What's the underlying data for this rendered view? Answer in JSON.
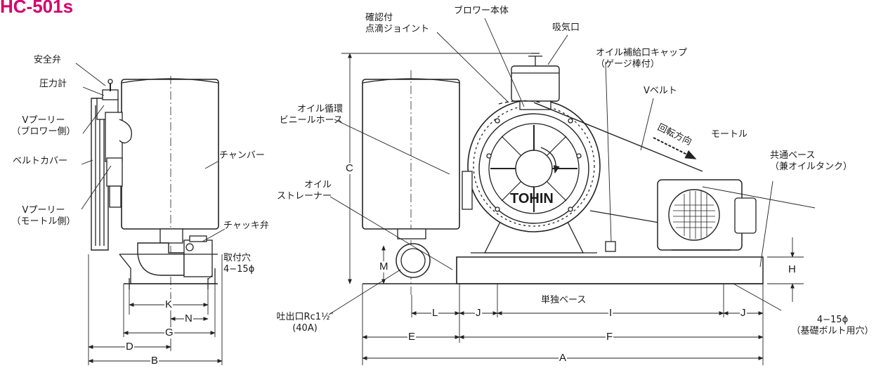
{
  "title": "HC-501s",
  "labels": {
    "safety_valve": "安全弁",
    "pressure_gauge": "圧力計",
    "v_pulley_blower_1": "Vプーリー",
    "v_pulley_blower_2": "（ブロワー側）",
    "belt_cover": "ベルトカバー",
    "v_pulley_motor_1": "Vプーリー",
    "v_pulley_motor_2": "（モートル側）",
    "chamber": "チャンバー",
    "check_valve": "チャッキ弁",
    "mount_hole_1": "取付穴",
    "mount_hole_2": "4−15ϕ",
    "drip_joint_1": "確認付",
    "drip_joint_2": "点滴ジョイント",
    "blower_body": "ブロワー本体",
    "intake": "吸気口",
    "oil_cap_1": "オイル補給口キャップ",
    "oil_cap_2": "（ゲージ棒付）",
    "v_belt": "Vベルト",
    "oil_hose_1": "オイル循環",
    "oil_hose_2": "ビニールホース",
    "rotation_dir": "回転方向",
    "motor": "モートル",
    "common_base_1": "共通ベース",
    "common_base_2": "（兼オイルタンク）",
    "oil_strainer_1": "オイル",
    "oil_strainer_2": "ストレーナー",
    "brand": "TOHIN",
    "single_base": "単独ベース",
    "outlet_1": "吐出口Rc1½″",
    "outlet_2": "(40A)",
    "foundation_hole_1": "4−15ϕ",
    "foundation_hole_2": "（基礎ボルト用穴）"
  },
  "dimensions": {
    "A": "A",
    "B": "B",
    "C": "C",
    "D": "D",
    "E": "E",
    "F": "F",
    "G": "G",
    "H": "H",
    "I": "I",
    "J": "J",
    "K": "K",
    "L": "L",
    "M": "M",
    "N": "N"
  }
}
